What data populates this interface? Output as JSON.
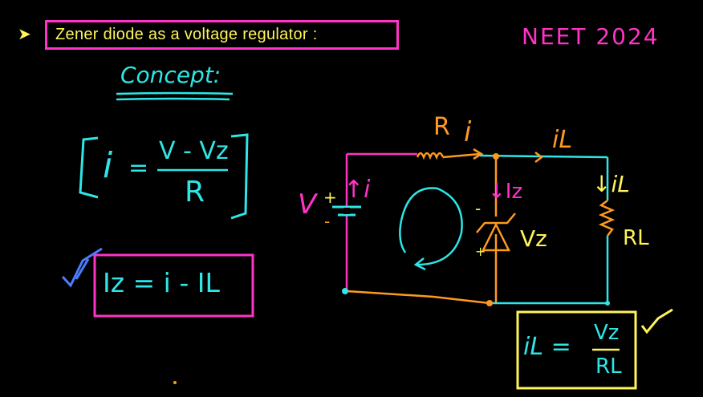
{
  "heading": "Zener diode as a voltage regulator :",
  "exam_tag": "NEET 2024",
  "concept_label": "Concept:",
  "formula_current": {
    "lhs": "i",
    "equals": "=",
    "numerator": "V - Vz",
    "denominator": "R"
  },
  "formula_zener_current": "Iz = i - IL",
  "formula_load_current": {
    "lhs": "iL =",
    "numerator": "Vz",
    "denominator": "RL"
  },
  "circuit_labels": {
    "source_voltage": "V",
    "plus": "+",
    "minus": "-",
    "source_current": "↑i",
    "series_resistor": "R",
    "series_current": "i",
    "load_branch_current": "iL",
    "load_down_current": "↓iL",
    "zener_current": "↓Iz",
    "zener_minus": "-",
    "zener_plus": "+",
    "zener_voltage": "Vz",
    "load_resistor": "RL"
  },
  "colors": {
    "background": "#000000",
    "heading_text": "#fff45a",
    "heading_box": "#ff33c6",
    "ink_cyan": "#2ee6e6",
    "ink_magenta": "#ff33c6",
    "ink_orange": "#ff9a1f",
    "ink_yellow": "#fff45a",
    "ink_blue": "#4a7dff"
  }
}
